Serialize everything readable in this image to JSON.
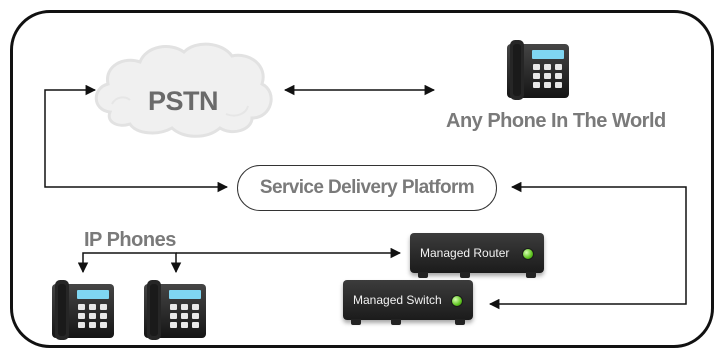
{
  "labels": {
    "pstn": "PSTN",
    "any_phone": "Any Phone In The World",
    "service_platform": "Service Delivery Platform",
    "ip_phones": "IP Phones",
    "managed_router": "Managed Router",
    "managed_switch": "Managed Switch"
  },
  "icons": {
    "cloud": "cloud-icon",
    "desk_phone": "desk-phone-icon",
    "status_led": "status-led-icon"
  },
  "colors": {
    "label_gray": "#7a7a7a",
    "device_body": "#2a2a2a",
    "led_green": "#5fc320",
    "phone_screen": "#7fd6f2"
  }
}
